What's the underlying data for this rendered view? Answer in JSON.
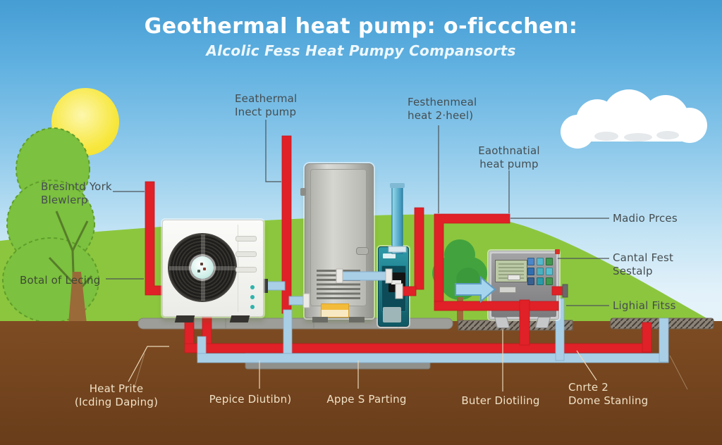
{
  "title": {
    "main": "Geothermal heat pump: o-ficcchen:",
    "subtitle": "Alcolic Fess Heat Pumpy Compansorts"
  },
  "callouts": {
    "left_pipe": {
      "l1": "Bresintd York",
      "l2": "Blewlerp"
    },
    "heat_pump_top": {
      "l1": "Eeathermal",
      "l2": "Inect pump"
    },
    "exchanger_top": {
      "l1": "Festhenmeal",
      "l2": "heat 2·heel)"
    },
    "geo_pump": {
      "l1": "Eaothnatial",
      "l2": "heat pump"
    },
    "ground_left": "Botal of Lecing",
    "right_pipes": "Madio Prces",
    "control_panel": {
      "l1": "Cantal Fest",
      "l2": "Sestalp"
    },
    "right_lower": "Lighial Fitss",
    "bottom_1": {
      "l1": "Heat Prite",
      "l2": "(Icding Daping)"
    },
    "bottom_2": "Pepice Diutibn)",
    "bottom_3": "Appe S Parting",
    "bottom_4": "Buter Diotiling",
    "bottom_5": {
      "l1": "Cnrte 2",
      "l2": "Dome Stanling"
    }
  },
  "colors": {
    "hot_pipe": "#e02127",
    "cold_pipe": "#a9cfe6",
    "grass": "#8cc63e",
    "soil": "#7b4a22",
    "sky": "#4aa0d6",
    "sun": "#f6e63c",
    "pump_teal": "#1b7a8a",
    "title_text": "#ffffff"
  }
}
